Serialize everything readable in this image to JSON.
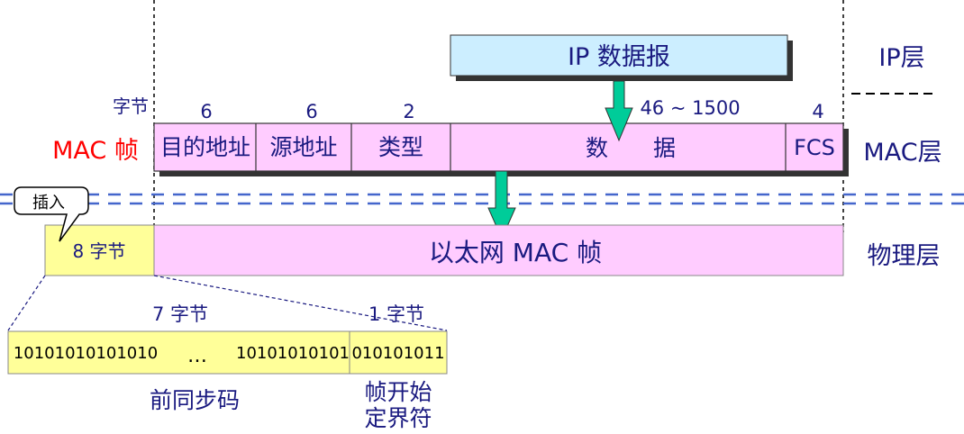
{
  "ip_packet": "IP 数据报",
  "layers": {
    "ip": "IP层",
    "mac": "MAC层",
    "physical": "物理层"
  },
  "mac_frame_label": "MAC 帧",
  "byte_unit_label": "字节",
  "fields": [
    {
      "name": "目的地址",
      "size": "6"
    },
    {
      "name": "源地址",
      "size": "6"
    },
    {
      "name": "类型",
      "size": "2"
    },
    {
      "name": "数　　据",
      "size": "46 ~ 1500"
    },
    {
      "name": "FCS",
      "size": "4"
    }
  ],
  "insert_callout": "插入",
  "preamble_block": "8 字节",
  "ethernet_frame": "以太网 MAC 帧",
  "preamble": {
    "size7": "7 字节",
    "size1": "1 字节",
    "bits_left": "10101010101010",
    "ellipsis": "…",
    "bits_mid": "10101010101",
    "bits_sfd": "010101011",
    "label_preamble": "前同步码",
    "label_sfd_line1": "帧开始",
    "label_sfd_line2": "定界符"
  },
  "colors": {
    "pink": "#ffccff",
    "yellow": "#ffff99",
    "light_blue": "#cceeff",
    "arrow": "#00cc99",
    "navy": "#1a1a80",
    "red": "#ff0000"
  }
}
